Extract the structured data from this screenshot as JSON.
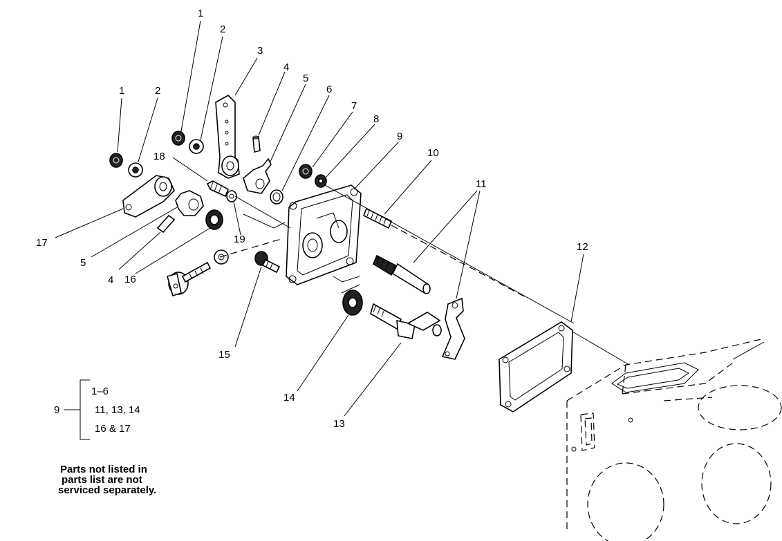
{
  "callouts": [
    {
      "id": "c1a",
      "text": "1"
    },
    {
      "id": "c2a",
      "text": "2"
    },
    {
      "id": "c3",
      "text": "3"
    },
    {
      "id": "c4a",
      "text": "4"
    },
    {
      "id": "c5a",
      "text": "5"
    },
    {
      "id": "c6",
      "text": "6"
    },
    {
      "id": "c7",
      "text": "7"
    },
    {
      "id": "c8",
      "text": "8"
    },
    {
      "id": "c9",
      "text": "9"
    },
    {
      "id": "c10",
      "text": "10"
    },
    {
      "id": "c11",
      "text": "11"
    },
    {
      "id": "c12",
      "text": "12"
    },
    {
      "id": "c1b",
      "text": "1"
    },
    {
      "id": "c2b",
      "text": "2"
    },
    {
      "id": "c18",
      "text": "18"
    },
    {
      "id": "c19",
      "text": "19"
    },
    {
      "id": "c17",
      "text": "17"
    },
    {
      "id": "c5b",
      "text": "5"
    },
    {
      "id": "c4b",
      "text": "4"
    },
    {
      "id": "c16",
      "text": "16"
    },
    {
      "id": "c15",
      "text": "15"
    },
    {
      "id": "c14",
      "text": "14"
    },
    {
      "id": "c13",
      "text": "13"
    }
  ],
  "legend": {
    "assembly": "9",
    "lines": [
      "1–6",
      "11, 13, 14",
      "16 & 17"
    ]
  },
  "note": {
    "lines": [
      "Parts not listed in",
      "parts list are not",
      "serviced separately."
    ]
  }
}
